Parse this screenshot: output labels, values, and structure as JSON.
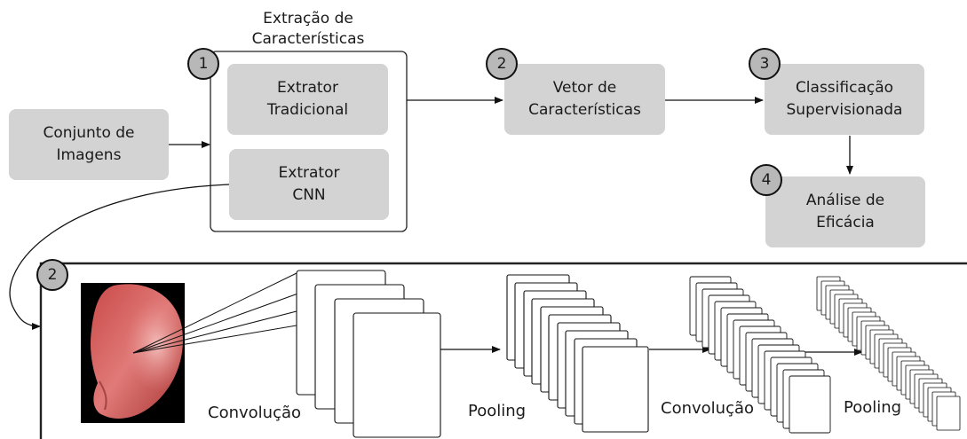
{
  "extraction_group": {
    "title_line1": "Extração de",
    "title_line2": "Características"
  },
  "boxes": {
    "image_set": "Conjunto de\nImagens",
    "traditional_extractor": "Extrator\nTradicional",
    "cnn_extractor": "Extrator\nCNN",
    "feature_vector": "Vetor de\nCaracterísticas",
    "supervised_classification": "Classificação\nSupervisionada",
    "efficacy_analysis": "Análise de\nEficácia"
  },
  "badges": {
    "extraction": "1",
    "feature_vector": "2",
    "classification": "3",
    "analysis": "4",
    "cnn_panel": "2"
  },
  "cnn_layers": {
    "conv1": "Convolução",
    "pool1": "Pooling",
    "conv2": "Convolução",
    "pool2": "Pooling"
  }
}
